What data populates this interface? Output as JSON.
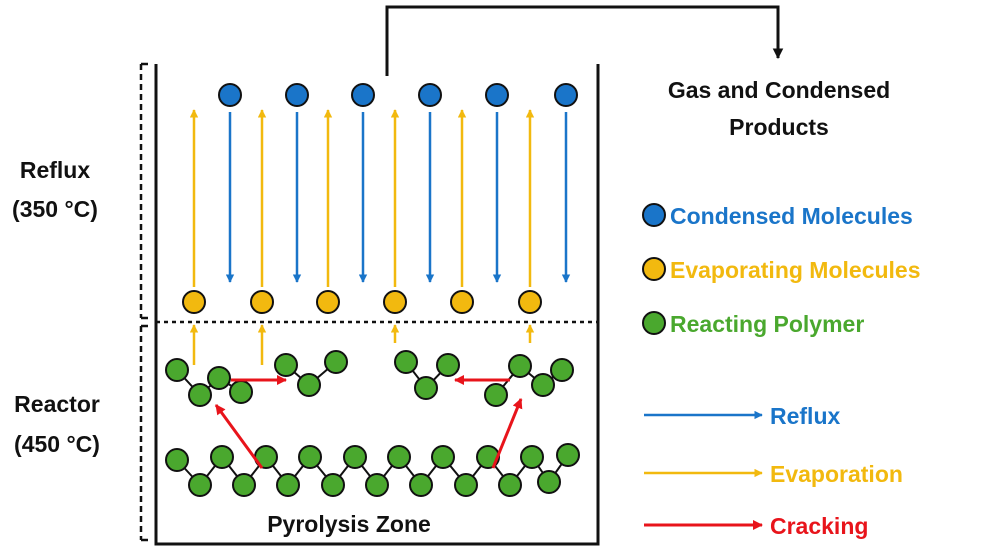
{
  "labels": {
    "reflux_zone": "Reflux",
    "reflux_temp": "(350 °C)",
    "reactor_zone": "Reactor",
    "reactor_temp": "(450 °C)",
    "output_line1": "Gas and Condensed",
    "output_line2": "Products",
    "pyrolysis_zone": "Pyrolysis Zone"
  },
  "legend": {
    "markers": [
      {
        "label": "Condensed Molecules",
        "color": "#1a75c9"
      },
      {
        "label": "Evaporating Molecules",
        "color": "#f2b90f"
      },
      {
        "label": "Reacting Polymer",
        "color": "#4aa82e"
      }
    ],
    "arrows": [
      {
        "label": "Reflux",
        "color": "#1a75c9"
      },
      {
        "label": "Evaporation",
        "color": "#f2b90f"
      },
      {
        "label": "Cracking",
        "color": "#e8141b"
      }
    ]
  },
  "colors": {
    "blue": "#1a75c9",
    "yellow": "#f2b90f",
    "green": "#4aa82e",
    "red": "#e8141b",
    "outline": "#111111"
  }
}
